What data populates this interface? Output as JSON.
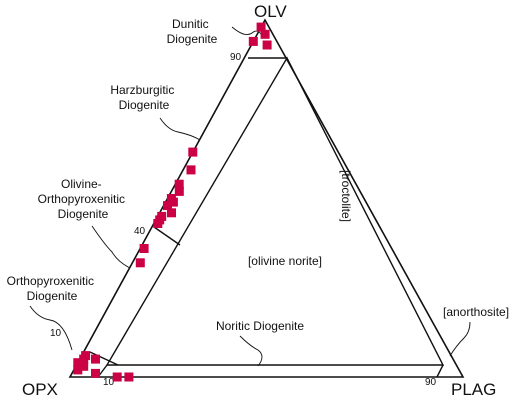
{
  "corners": {
    "top": "OLV",
    "left": "OPX",
    "right": "PLAG"
  },
  "region_labels": {
    "olivine_norite": "[olivine norite]",
    "troctolite": "[troctolite]",
    "anorthosite": "[anorthosite]"
  },
  "diogenite_labels": {
    "dunitic": [
      "Dunitic",
      "Diogenite"
    ],
    "harzburgitic": [
      "Harzburgitic",
      "Diogenite"
    ],
    "olivine_orthopyroxenitic": [
      "Olivine-",
      "Orthopyroxenitic",
      "Diogenite"
    ],
    "orthopyroxenitic": [
      "Orthopyroxenitic",
      "Diogenite"
    ],
    "noritic": "Noritic Diogenite"
  },
  "tick_labels": {
    "t90_top": "90",
    "t40": "40",
    "t10_left": "10",
    "t10_bottom": "10",
    "t90_right": "90"
  },
  "marker_color": "#cc0044",
  "chart_data": {
    "type": "scatter",
    "ternary": true,
    "components": [
      "OLV",
      "OPX",
      "PLAG"
    ],
    "points": [
      {
        "OLV": 98,
        "OPX": 2,
        "PLAG": 0
      },
      {
        "OLV": 96,
        "OPX": 2,
        "PLAG": 2
      },
      {
        "OLV": 94,
        "OPX": 6,
        "PLAG": 0
      },
      {
        "OLV": 93,
        "OPX": 3,
        "PLAG": 4
      },
      {
        "OLV": 63,
        "OPX": 37,
        "PLAG": 0
      },
      {
        "OLV": 58,
        "OPX": 40,
        "PLAG": 2
      },
      {
        "OLV": 54,
        "OPX": 45,
        "PLAG": 1
      },
      {
        "OLV": 52,
        "OPX": 46,
        "PLAG": 2
      },
      {
        "OLV": 50,
        "OPX": 49,
        "PLAG": 1
      },
      {
        "OLV": 49,
        "OPX": 49,
        "PLAG": 2
      },
      {
        "OLV": 48,
        "OPX": 51,
        "PLAG": 1
      },
      {
        "OLV": 46,
        "OPX": 51,
        "PLAG": 3
      },
      {
        "OLV": 45,
        "OPX": 54,
        "PLAG": 1
      },
      {
        "OLV": 44,
        "OPX": 55,
        "PLAG": 1
      },
      {
        "OLV": 43,
        "OPX": 56,
        "PLAG": 1
      },
      {
        "OLV": 36,
        "OPX": 63,
        "PLAG": 1
      },
      {
        "OLV": 32,
        "OPX": 66,
        "PLAG": 2
      },
      {
        "OLV": 6,
        "OPX": 93,
        "PLAG": 1
      },
      {
        "OLV": 5,
        "OPX": 94,
        "PLAG": 1
      },
      {
        "OLV": 5,
        "OPX": 91,
        "PLAG": 4
      },
      {
        "OLV": 4,
        "OPX": 96,
        "PLAG": 0
      },
      {
        "OLV": 3,
        "OPX": 95,
        "PLAG": 2
      },
      {
        "OLV": 2,
        "OPX": 97,
        "PLAG": 1
      },
      {
        "OLV": 1,
        "OPX": 93,
        "PLAG": 6
      },
      {
        "OLV": 0,
        "OPX": 88,
        "PLAG": 12
      },
      {
        "OLV": 0,
        "OPX": 85,
        "PLAG": 15
      }
    ]
  }
}
